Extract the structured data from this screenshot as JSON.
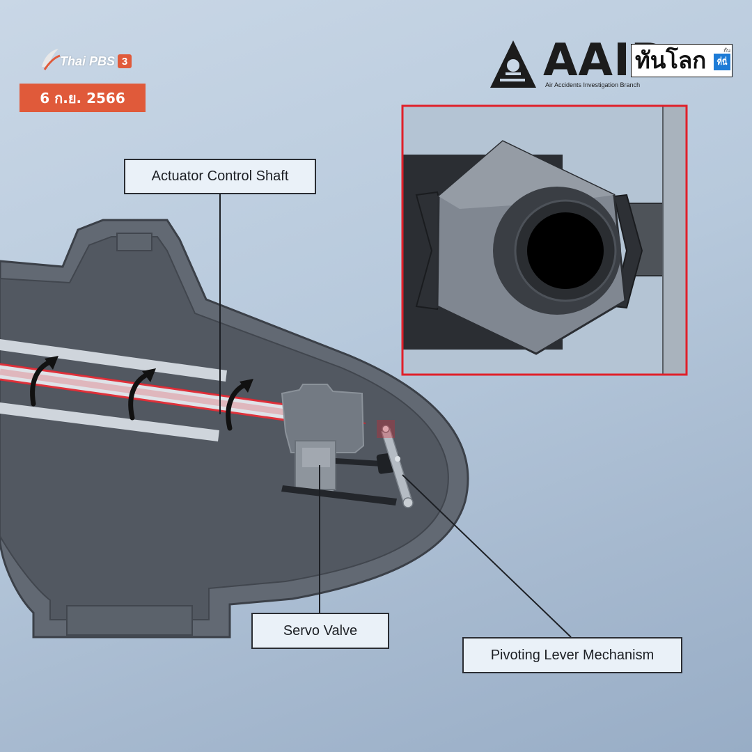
{
  "header": {
    "brand_name": "Thai PBS",
    "brand_channel": "3",
    "date": "6 ก.ย. 2566"
  },
  "aaib_logo": {
    "letters": "AAIB",
    "subtitle": "Air Accidents Investigation Branch"
  },
  "tunlok_logo": {
    "main": "ทันโลก",
    "small": "กับ",
    "badge": "ที่นี่"
  },
  "callouts": {
    "actuator_control_shaft": "Actuator Control Shaft",
    "servo_valve": "Servo Valve",
    "pivoting_lever_mechanism": "Pivoting Lever Mechanism"
  },
  "colors": {
    "accent": "#e05a3a",
    "highlight_red": "#e0202a",
    "housing": "#5a6069",
    "callout_bg": "#eaf1f8"
  },
  "icons": {
    "brand": "thai-pbs-logo-icon",
    "aaib": "crown-airplane-icon",
    "rotation": "curved-arrow-icon"
  }
}
